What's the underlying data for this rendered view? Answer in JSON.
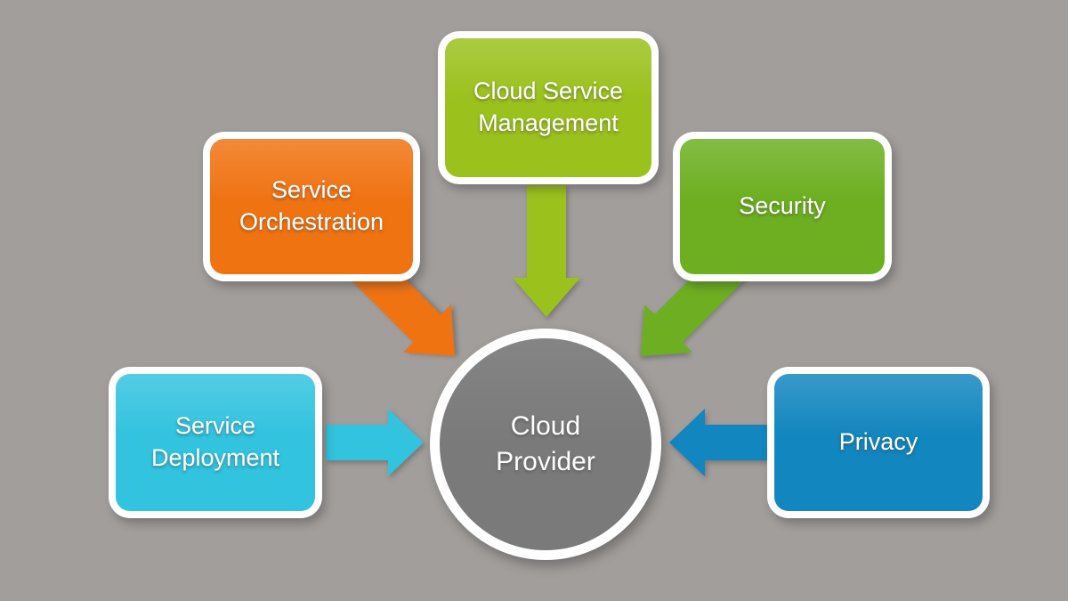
{
  "canvas": {
    "background": "#a29e9c"
  },
  "nodes": {
    "management": {
      "line1": "Cloud Service",
      "line2": "Management",
      "color": "#9bc11d"
    },
    "orchestration": {
      "line1": "Service",
      "line2": "Orchestration",
      "color": "#f07312"
    },
    "security": {
      "label": "Security",
      "color": "#6daf21"
    },
    "deployment": {
      "line1": "Service",
      "line2": "Deployment",
      "color": "#32c3df"
    },
    "privacy": {
      "label": "Privacy",
      "color": "#1286be"
    },
    "provider": {
      "line1": "Cloud",
      "line2": "Provider",
      "color": "#7b7a7a"
    }
  },
  "arrows": {
    "management_to_provider": {
      "color": "#9bc11d",
      "direction": "down"
    },
    "orchestration_to_provider": {
      "color": "#f07312",
      "direction": "down-right"
    },
    "security_to_provider": {
      "color": "#6daf21",
      "direction": "down-left"
    },
    "deployment_to_provider": {
      "color": "#32c3df",
      "direction": "right"
    },
    "privacy_to_provider": {
      "color": "#1286be",
      "direction": "left"
    }
  }
}
